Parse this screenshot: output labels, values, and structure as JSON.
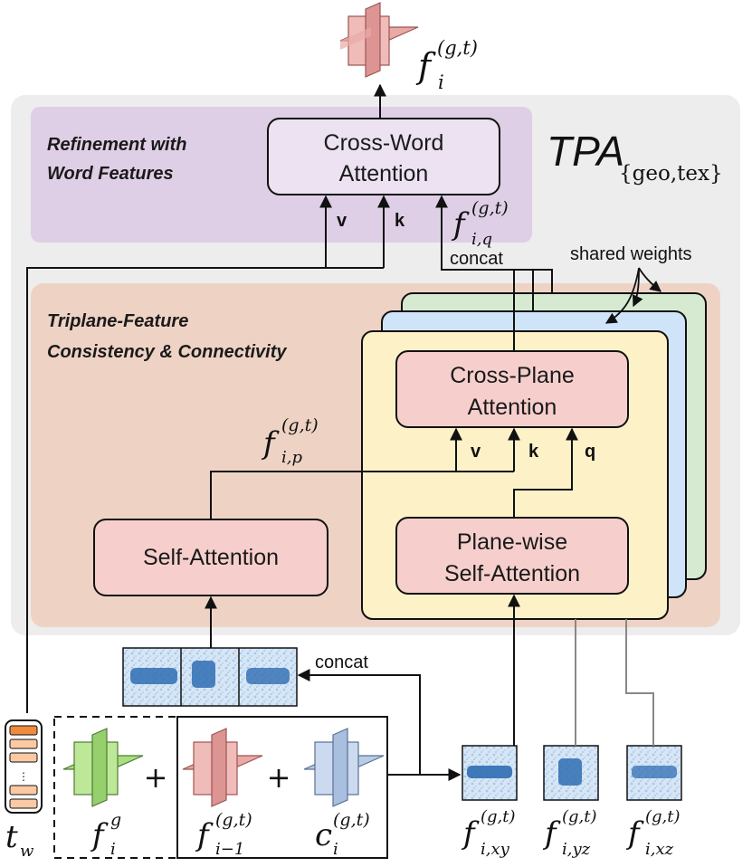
{
  "tpa": {
    "main": "TPA",
    "sub": "{geo,tex}"
  },
  "refinement": {
    "title_line1": "Refinement with",
    "title_line2": "Word Features",
    "cross_word_line1": "Cross-Word",
    "cross_word_line2": "Attention"
  },
  "triplane": {
    "title_line1": "Triplane-Feature",
    "title_line2": "Consistency & Connectivity",
    "cross_plane_line1": "Cross-Plane",
    "cross_plane_line2": "Attention",
    "plane_wise_line1": "Plane-wise",
    "plane_wise_line2": "Self-Attention",
    "self_attention": "Self-Attention"
  },
  "labels": {
    "v": "v",
    "k": "k",
    "q": "q",
    "concat": "concat",
    "shared_weights": "shared weights",
    "plus": "+"
  },
  "math": {
    "f": "f",
    "c": "c",
    "t": "t",
    "w": "w",
    "i": "i",
    "gt": "(g,t)",
    "g": "g",
    "q_sub": "i,q",
    "p_sub": "i,p",
    "xy_sub": "i,xy",
    "yz_sub": "i,yz",
    "xz_sub": "i,xz",
    "im1_sub": "i−1"
  },
  "colors": {
    "tpa_bg": "#ededed",
    "refine_bg": "#decfe6",
    "triplane_bg": "#eed3c4",
    "cross_word_fill": "#ece2f2",
    "yellow_panel": "#fdf1c8",
    "blue_panel": "#cfe4f8",
    "green_panel": "#d6ead2",
    "attn_box": "#f6cfcd",
    "cube_pink": "#e8a9a7",
    "cube_green": "#a8df80",
    "cube_blue": "#b9cce6",
    "feat_blue": "#2f6db3",
    "token_orange": "#f08a3c"
  }
}
